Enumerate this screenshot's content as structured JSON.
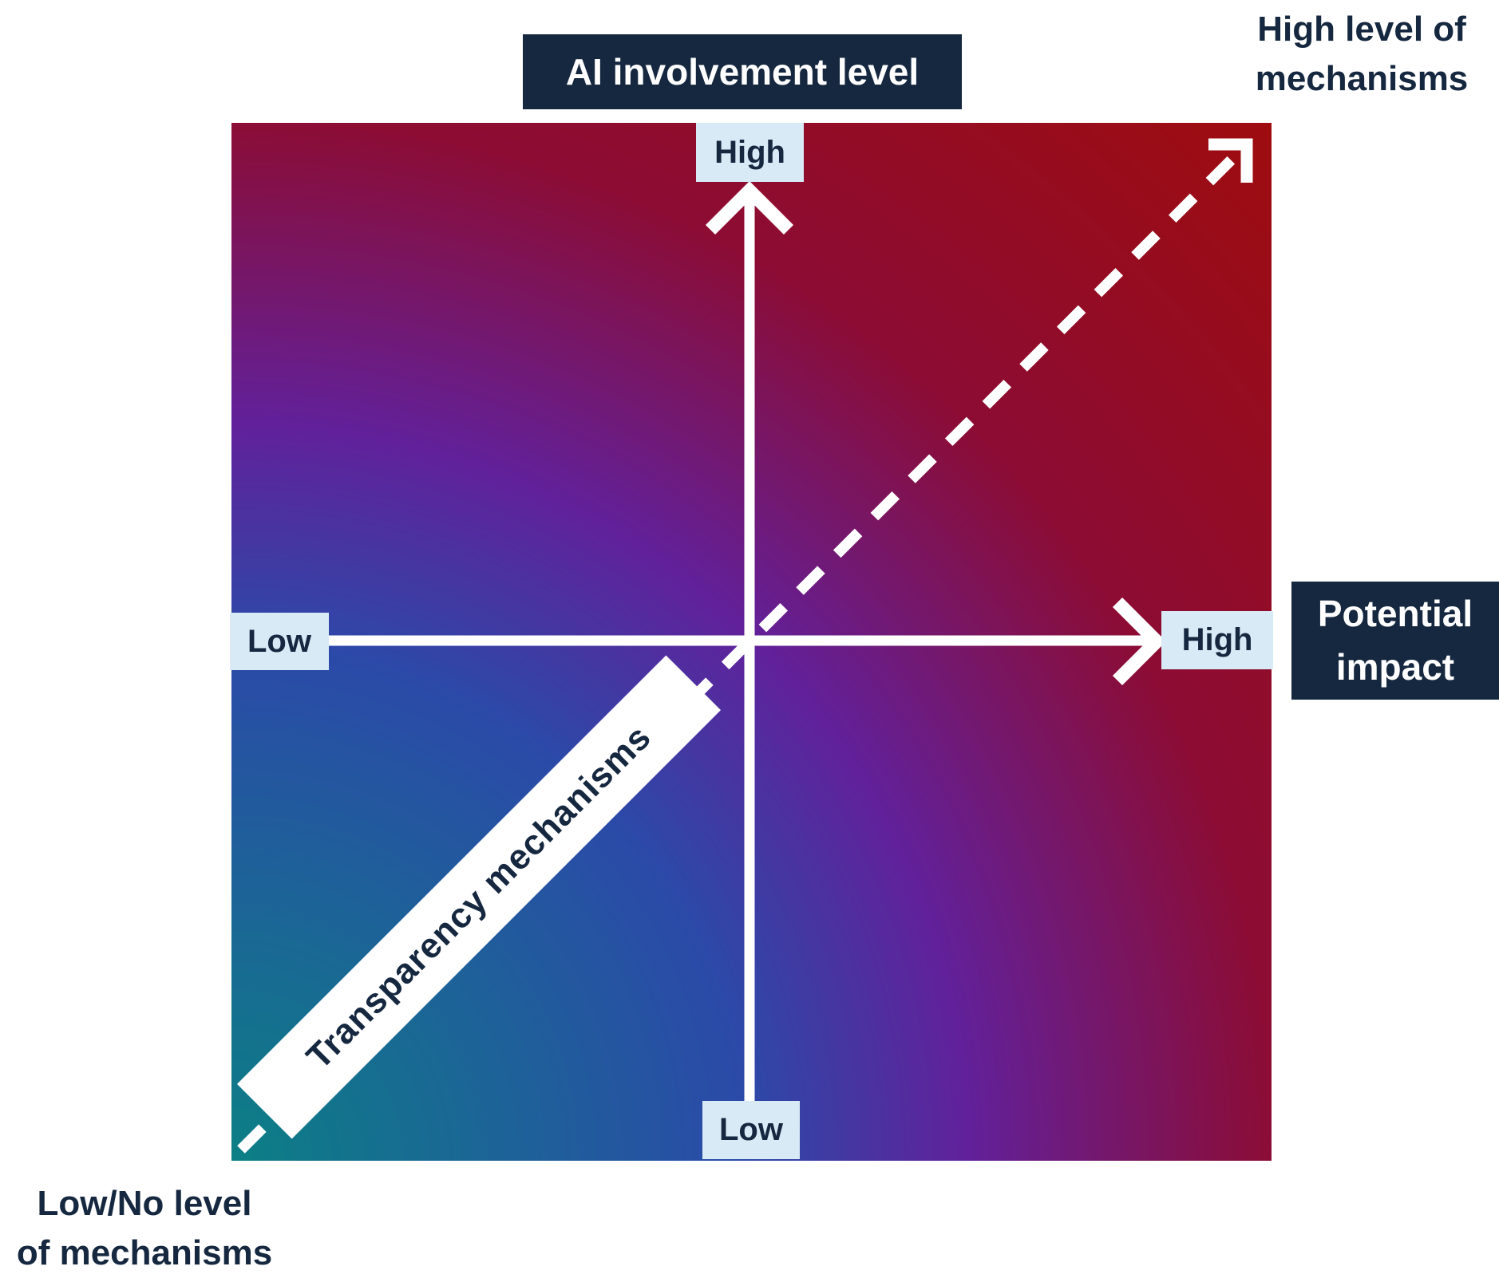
{
  "diagram": {
    "vertical_axis": {
      "title": "AI involvement level",
      "high_label": "High",
      "low_label": "Low"
    },
    "horizontal_axis": {
      "title_line1": "Potential",
      "title_line2": "impact",
      "high_label": "High",
      "low_label": "Low"
    },
    "diagonal_axis": {
      "label": "Transparency mechanisms",
      "top_right_note_line1": "High level of",
      "top_right_note_line2": "mechanisms",
      "bottom_left_note_line1": "Low/No level",
      "bottom_left_note_line2": "of mechanisms"
    },
    "colors": {
      "navy": "#15283f",
      "light_blue": "#d7eaf6",
      "arrow_white": "#ffffff",
      "gradient_bottom_left_teal": "#0c7f85",
      "gradient_blue": "#2b4aa8",
      "gradient_center_purple": "#61219b",
      "gradient_crimson": "#8c0c34",
      "gradient_top_right_red": "#9e0c0e"
    }
  }
}
